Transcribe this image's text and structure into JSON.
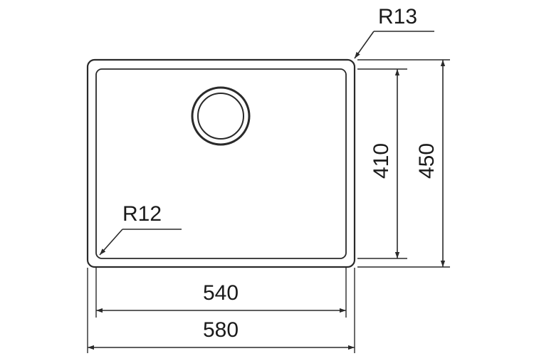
{
  "labels": {
    "outer_radius": "R13",
    "inner_radius": "R12",
    "inner_width": "540",
    "outer_width": "580",
    "inner_height": "410",
    "outer_height": "450"
  },
  "colors": {
    "line": "#2a2a2a",
    "text": "#1a1a1a",
    "background": "#ffffff"
  }
}
